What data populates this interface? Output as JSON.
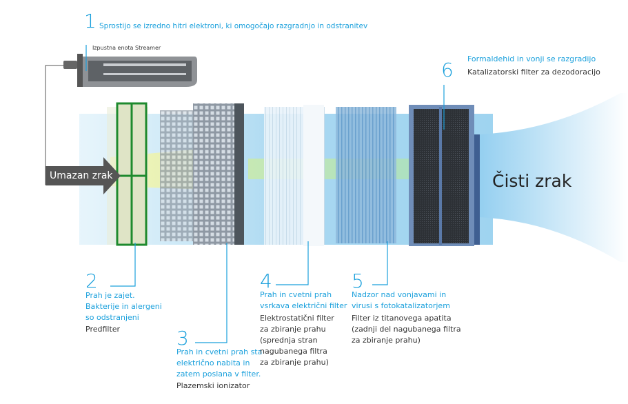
{
  "title_step": {
    "number": "1",
    "text": "Sprostijo se izredno hitri elektroni, ki omogočajo razgradnjo in odstranitev"
  },
  "streamer_unit": {
    "label": "Izpustna enota Streamer"
  },
  "dirty_air": {
    "label": "Umazan zrak"
  },
  "clean_air": {
    "label": "Čisti zrak"
  },
  "steps": [
    {
      "number": "2",
      "description": [
        "Prah je zajet.",
        "Bakterije in alergeni",
        "so odstranjeni"
      ],
      "component": [
        "Predfilter"
      ]
    },
    {
      "number": "3",
      "description": [
        "Prah in cvetni prah sta",
        "električno nabita in",
        "zatem poslana v filter."
      ],
      "component": [
        "Plazemski ionizator"
      ]
    },
    {
      "number": "4",
      "description": [
        "Prah in cvetni prah",
        "vsrkava električni filter"
      ],
      "component": [
        "Elektrostatični filter",
        "za zbiranje prahu",
        "(sprednja stran",
        "nagubanega filtra",
        "za zbiranje prahu)"
      ]
    },
    {
      "number": "5",
      "description": [
        "Nadzor nad vonjavami in",
        "virusi s fotokatalizatorjem"
      ],
      "component": [
        "Filter iz titanovega apatita",
        "(zadnji del nagubanega filtra",
        "za zbiranje prahu)"
      ]
    },
    {
      "number": "6",
      "description": [
        "Formaldehid in vonji se razgradijo"
      ],
      "component": [
        "Katalizatorski filter za dezodoracijo"
      ]
    }
  ],
  "colors": {
    "accent": "#1aa0dc",
    "text": "#333333",
    "arrow": "#555555",
    "prefilter_frame": "#1e8a2e"
  }
}
